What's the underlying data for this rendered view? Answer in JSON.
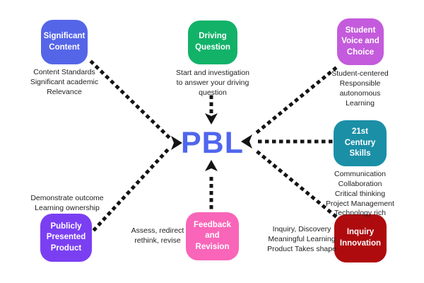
{
  "center": {
    "label": "PBL",
    "color": "#4f66ee"
  },
  "arrow_color": "#141414",
  "nodes": [
    {
      "name": "significant-content",
      "label": "Significant Content",
      "color": "#5565e8",
      "annotation": "Content Standards\nSignificant academic\nRelevance"
    },
    {
      "name": "driving-question",
      "label": "Driving Question",
      "color": "#12b269",
      "annotation": "Start and investigation\nto answer your driving\nquestion"
    },
    {
      "name": "student-voice-and-choice",
      "label": "Student Voice and Choice",
      "color": "#c45bdc",
      "annotation": "Student-centered\nResponsible\nautonomous\nLearning"
    },
    {
      "name": "21st-century-skills",
      "label": "21st Century Skills",
      "color": "#1b8fa6",
      "annotation": "Communication\nCollaboration\nCritical thinking\nProject Management\nTechnology rich"
    },
    {
      "name": "inquiry-innovation",
      "label": "Inquiry Innovation",
      "color": "#ae0b0e",
      "annotation": "Inquiry, Discovery\nMeaningful Learning\nProduct Takes shape"
    },
    {
      "name": "feedback-and-revision",
      "label": "Feedback and Revision",
      "color": "#f965b8",
      "annotation": "Assess, redirect\nrethink, revise"
    },
    {
      "name": "publicly-presented-product",
      "label": "Publicly Presented Product",
      "color": "#7b3ff2",
      "annotation": "Demonstrate outcome\nLearning ownership"
    }
  ]
}
